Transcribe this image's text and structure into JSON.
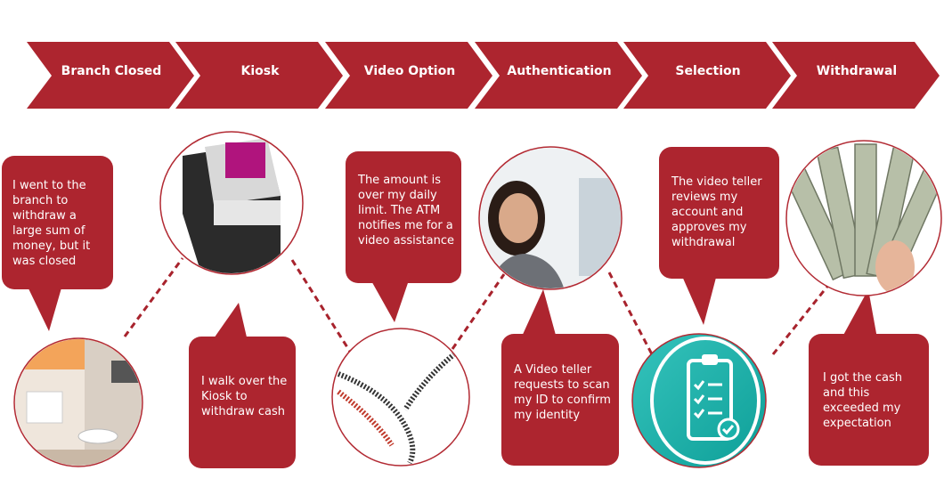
{
  "colors": {
    "brand_red": "#ad252f",
    "teal": "#1bb1aa",
    "dash": "#a8232d"
  },
  "stages": [
    {
      "label": "Branch Closed"
    },
    {
      "label": "Kiosk"
    },
    {
      "label": "Video Option"
    },
    {
      "label": "Authentication"
    },
    {
      "label": "Selection"
    },
    {
      "label": "Withdrawal"
    }
  ],
  "bubbles": [
    {
      "text": "I went to the branch to withdraw a large sum of money, but it was closed"
    },
    {
      "text": "I walk over the Kiosk to withdraw cash"
    },
    {
      "text": "The amount is over my daily limit. The ATM notifies me for a video assistance"
    },
    {
      "text": "A Video teller requests to scan my ID to confirm my identity"
    },
    {
      "text": "The video teller reviews my account and approves my withdrawal"
    },
    {
      "text": "I got the cash and this exceeded my expectation"
    }
  ],
  "images": [
    {
      "icon": "bank-branch-photo"
    },
    {
      "icon": "atm-kiosk-photo"
    },
    {
      "icon": "handshake-photo"
    },
    {
      "icon": "call-center-agent-photo"
    },
    {
      "icon": "clipboard-checklist-icon"
    },
    {
      "icon": "cash-in-hand-photo"
    }
  ]
}
